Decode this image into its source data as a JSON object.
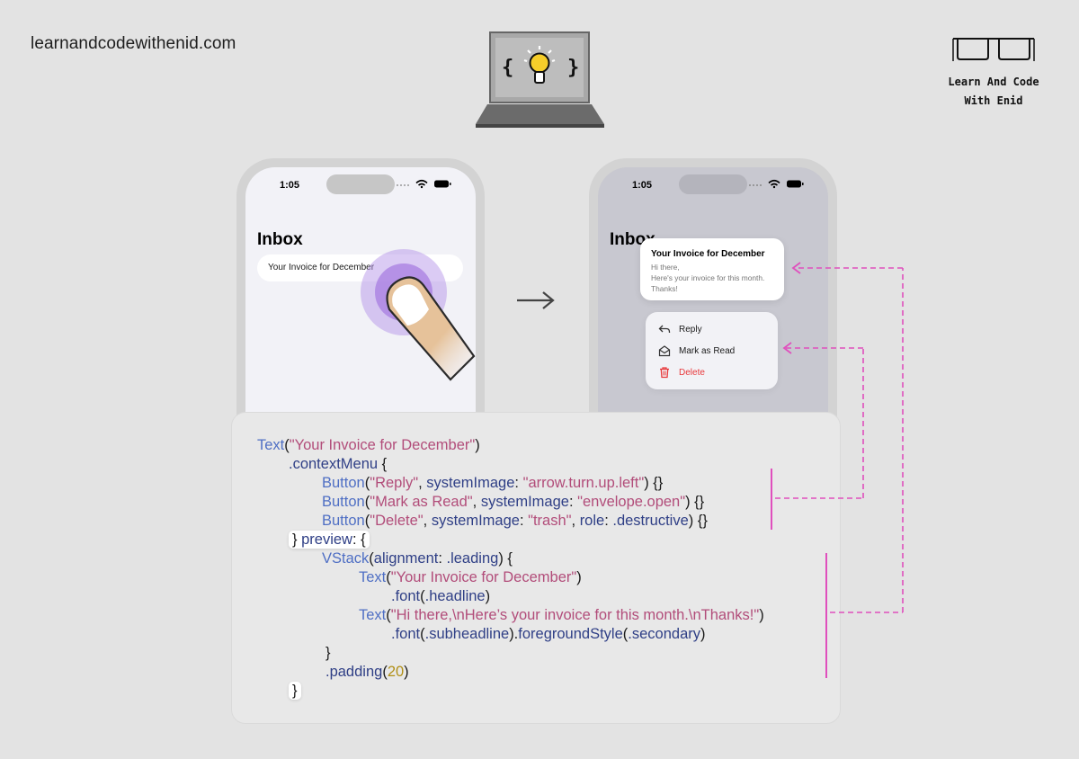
{
  "site": {
    "url": "learnandcodewithenid.com"
  },
  "brand": {
    "line1": "Learn And Code",
    "line2": "With Enid"
  },
  "phone_left": {
    "time": "1:05",
    "title": "Inbox",
    "row_text": "Your Invoice for December"
  },
  "phone_right": {
    "time": "1:05",
    "title": "Inbox",
    "preview": {
      "title": "Your Invoice for December",
      "line1": "Hi there,",
      "line2": "Here's your invoice for this month.",
      "line3": "Thanks!"
    },
    "menu": [
      {
        "label": "Reply",
        "icon": "arrow-turn-up-left-icon"
      },
      {
        "label": "Mark as Read",
        "icon": "envelope-open-icon"
      },
      {
        "label": "Delete",
        "icon": "trash-icon",
        "destructive": true
      }
    ]
  },
  "colors": {
    "background": "#e3e3e3",
    "accent_pink": "#e04fbd",
    "destructive": "#e8383b",
    "code_type": "#4f6fc4",
    "code_string": "#b24d7a",
    "code_modifier": "#2f3f86",
    "code_number": "#b08f16"
  },
  "code": {
    "l1": {
      "a": "Text",
      "b": "(",
      "c": "\"Your Invoice for December\"",
      "d": ")"
    },
    "l2": {
      "a": ".contextMenu",
      "b": " {"
    },
    "l3": {
      "a": "Button",
      "b": "(",
      "c": "\"Reply\"",
      "d": ", ",
      "e": "systemImage",
      "f": ": ",
      "g": "\"arrow.turn.up.left\"",
      "h": ") {}"
    },
    "l4": {
      "a": "Button",
      "b": "(",
      "c": "\"Mark as Read\"",
      "d": ", ",
      "e": "systemImage",
      "f": ": ",
      "g": "\"envelope.open\"",
      "h": ") {}"
    },
    "l5": {
      "a": "Button",
      "b": "(",
      "c": "\"Delete\"",
      "d": ", ",
      "e": "systemImage",
      "f": ": ",
      "g": "\"trash\"",
      "h": ", ",
      "i": "role",
      "j": ": ",
      "k": ".destructive",
      "l": ") {}"
    },
    "l6": {
      "a": "}",
      "b": " preview",
      "c": ": {"
    },
    "l7": {
      "a": "VStack",
      "b": "(",
      "c": "alignment",
      "d": ": ",
      "e": ".leading",
      "f": ") {"
    },
    "l8": {
      "a": "Text",
      "b": "(",
      "c": "\"Your Invoice for December\"",
      "d": ")"
    },
    "l9": {
      "a": ".font",
      "b": "(",
      "c": ".headline",
      "d": ")"
    },
    "l10": {
      "a": "Text",
      "b": "(",
      "c": "\"Hi there,\\nHere’s your invoice for this month.\\nThanks!\"",
      "d": ")"
    },
    "l11": {
      "a": ".font",
      "b": "(",
      "c": ".subheadline",
      "d": ").",
      "e": "foregroundStyle",
      "f": "(",
      "g": ".secondary",
      "h": ")"
    },
    "l12": {
      "a": "}"
    },
    "l13": {
      "a": ".padding",
      "b": "(",
      "c": "20",
      "d": ")"
    },
    "l14": {
      "a": "}"
    }
  }
}
